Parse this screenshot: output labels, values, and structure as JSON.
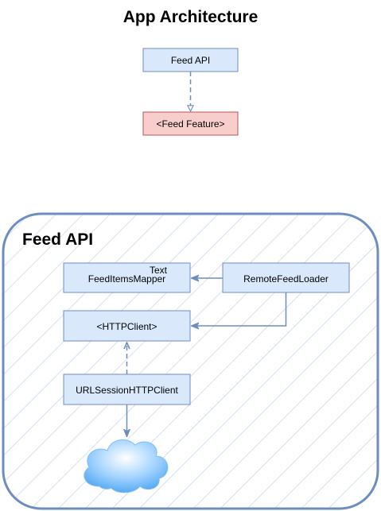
{
  "title": "App Architecture",
  "top": {
    "feed_api_label": "Feed API",
    "feed_feature_label": "<Feed Feature>"
  },
  "container": {
    "label": "Feed API"
  },
  "nodes": {
    "feed_items_mapper": "FeedItemsMapper",
    "feed_items_mapper_note": "Text",
    "remote_feed_loader": "RemoteFeedLoader",
    "http_client": "<HTTPClient>",
    "url_session_http_client": "URLSessionHTTPClient"
  },
  "colors": {
    "node_fill": "#dae8fc",
    "node_stroke": "#6c8ebf",
    "feature_fill": "#f8cecc",
    "feature_stroke": "#b85450",
    "connector": "#6c8ebf",
    "container_stroke": "#6c8ebf",
    "hatch": "#c7d6eb"
  },
  "icons": {
    "network": "cloud-icon"
  }
}
